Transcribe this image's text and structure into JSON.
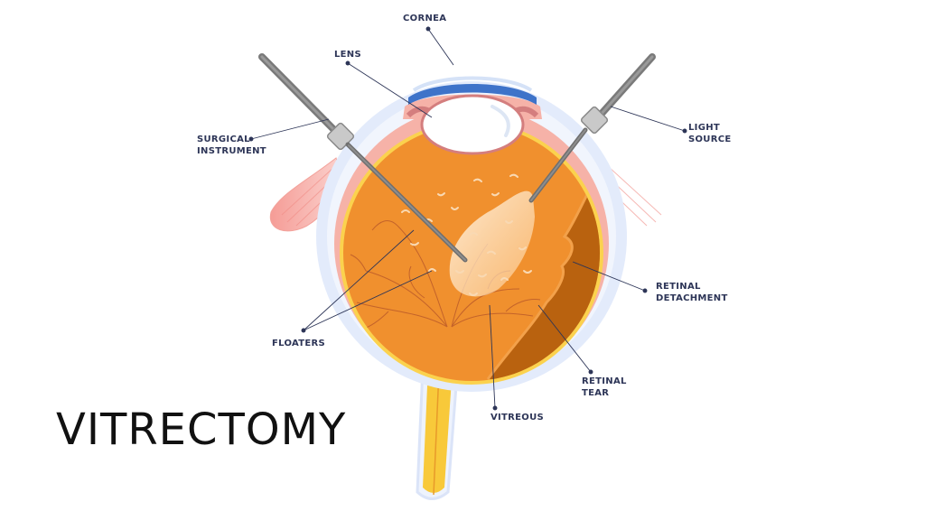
{
  "title": "VITRECTOMY",
  "labels": {
    "cornea": "CORNEA",
    "lens": "LENS",
    "surgical_instrument": [
      "SURGICAL",
      "INSTRUMENT"
    ],
    "light_source": [
      "LIGHT",
      "SOURCE"
    ],
    "floaters": "FLOATERS",
    "retinal_detachment": [
      "RETINAL",
      "DETACHMENT"
    ],
    "retinal_tear": [
      "RETINAL",
      "TEAR"
    ],
    "vitreous": "VITREOUS"
  },
  "colors": {
    "label_text": "#2d3557",
    "vitreous_orange": "#f0902e",
    "sclera_blue": "#e3ebfb",
    "choroid_pink": "#f6b2a8",
    "retina_yellow": "#fbd24e",
    "optic_nerve": "#f8c93a",
    "detachment_brown": "#b9620f",
    "instrument_grey": "#7a7a7a"
  }
}
